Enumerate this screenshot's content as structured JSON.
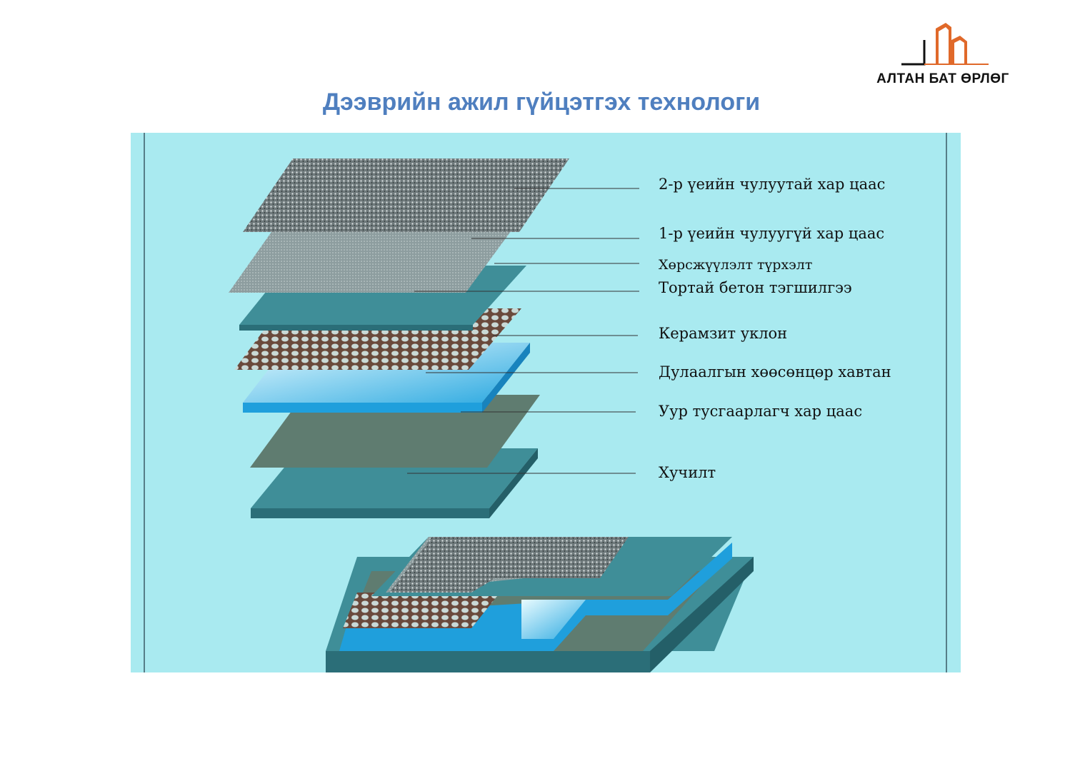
{
  "title": "Дээврийн ажил гүйцэтгэх технологи",
  "logo": {
    "text": "АЛТАН БАТ ӨРЛӨГ"
  },
  "layers": [
    {
      "label": "2-р үеийн чулуутай хар цаас"
    },
    {
      "label": "1-р үеийн чулуугүй хар цаас"
    },
    {
      "label": "Хөрсжүүлэлт түрхэлт"
    },
    {
      "label": "Тортай бетон тэгшилгээ"
    },
    {
      "label": "Керамзит уклон"
    },
    {
      "label": "Дулаалгын хөөсөнцөр хавтан"
    },
    {
      "label": "Уур тусгаарлагч хар цаас"
    },
    {
      "label": "Хучилт"
    }
  ],
  "colors": {
    "title": "#4f7fbf",
    "background": "#a9eaf0",
    "logo_orange": "#e0692a"
  }
}
